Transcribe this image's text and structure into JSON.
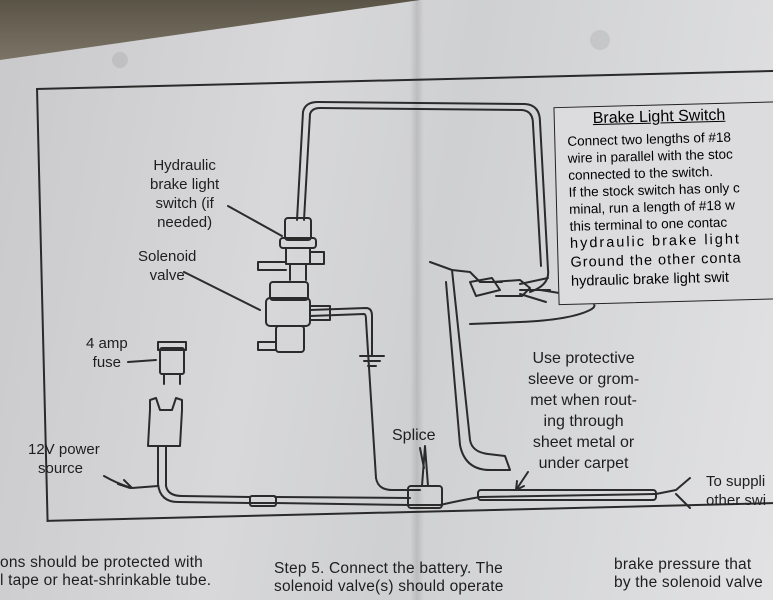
{
  "labels": {
    "hydraulic_switch": [
      "Hydraulic",
      "brake light",
      "switch (if",
      "needed)"
    ],
    "solenoid": [
      "Solenoid",
      "valve"
    ],
    "fuse": [
      "4 amp",
      "fuse"
    ],
    "power": [
      "12V power",
      "source"
    ],
    "splice": "Splice",
    "sleeve": [
      "Use protective",
      "sleeve or grom-",
      "met when rout-",
      "ing through",
      "sheet metal or",
      "under carpet"
    ],
    "supplies": [
      "To suppli",
      "other swi"
    ]
  },
  "brake_light_box": {
    "title": "Brake Light Switch",
    "lines": [
      "Connect two lengths of #18 ",
      "wire in parallel with the stoc",
      "connected to the switch.",
      "If the stock switch has only c",
      "minal, run a length of #18 w",
      "this terminal to one contac",
      "hydraulic brake light",
      "Ground the other conta",
      "hydraulic brake light swit"
    ]
  },
  "footer": {
    "col1": [
      "ons should be protected with",
      "l tape or heat-shrinkable tube."
    ],
    "col2": [
      "Step 5. Connect the battery. The",
      "solenoid valve(s) should operate"
    ],
    "col3": [
      "brake pressure that",
      "by the solenoid valve"
    ]
  }
}
